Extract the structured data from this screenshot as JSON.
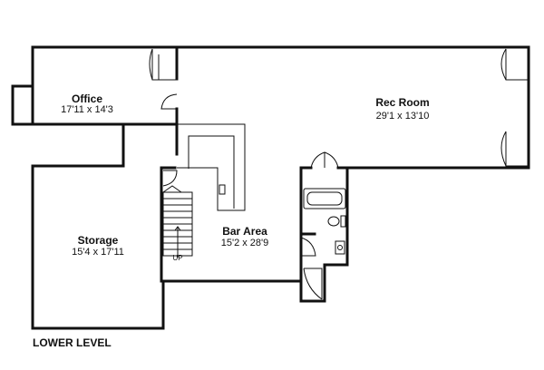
{
  "level_label": "LOWER LEVEL",
  "rooms": {
    "office": {
      "name": "Office",
      "dims": "17'11 x 14'3"
    },
    "rec": {
      "name": "Rec Room",
      "dims": "29'1 x 13'10"
    },
    "bar": {
      "name": "Bar Area",
      "dims": "15'2 x 28'9"
    },
    "storage": {
      "name": "Storage",
      "dims": "15'4 x 17'11"
    }
  },
  "stairs": {
    "direction_label": "UP"
  },
  "colors": {
    "wall": "#111111",
    "background": "#ffffff"
  }
}
